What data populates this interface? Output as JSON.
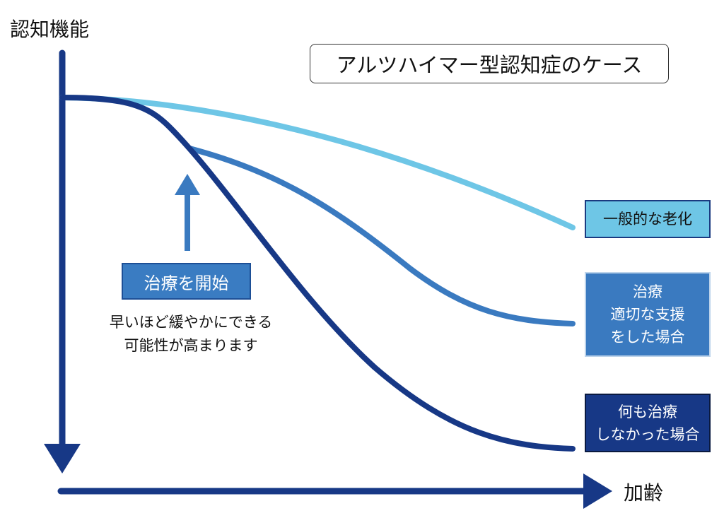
{
  "axes": {
    "y_label": "認知機能",
    "x_label": "加齢"
  },
  "title": "アルツハイマー型認知症のケース",
  "start_label": "治療を開始",
  "note": [
    "早いほど緩やかにできる",
    "可能性が高まります"
  ],
  "legend": [
    {
      "lines": [
        "一般的な老化"
      ],
      "color": "#6ec6e6"
    },
    {
      "lines": [
        "治療",
        "適切な支援",
        "をした場合"
      ],
      "color": "#3a7ac0"
    },
    {
      "lines": [
        "何も治療",
        "しなかった場合"
      ],
      "color": "#173886"
    }
  ]
}
